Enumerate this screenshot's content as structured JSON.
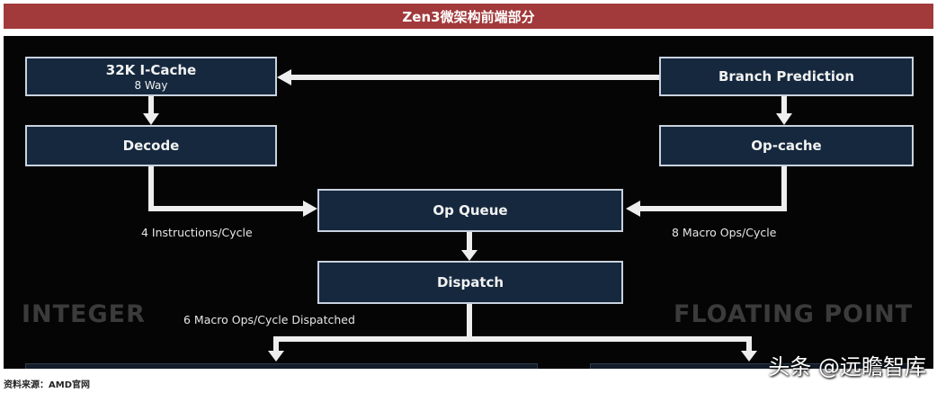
{
  "header": {
    "title": "Zen3微架构前端部分"
  },
  "diagram": {
    "icache": {
      "title": "32K I-Cache",
      "sub": "8 Way"
    },
    "branch": {
      "title": "Branch Prediction"
    },
    "decode": {
      "title": "Decode"
    },
    "opcache": {
      "title": "Op-cache"
    },
    "opqueue": {
      "title": "Op Queue"
    },
    "dispatch": {
      "title": "Dispatch"
    },
    "labels": {
      "instr": "4 Instructions/Cycle",
      "macro8": "8 Macro Ops/Cycle",
      "macro6": "6 Macro Ops/Cycle Dispatched"
    },
    "sections": {
      "integer": "INTEGER",
      "floating": "FLOATING POINT"
    }
  },
  "footer": {
    "source": "资料来源：AMD官网",
    "credit": "头条 @远瞻智库"
  },
  "colors": {
    "header_bg": "#a2393b",
    "panel_bg": "#050505",
    "box_bg": "#15283e",
    "box_border": "#c9d2de"
  }
}
